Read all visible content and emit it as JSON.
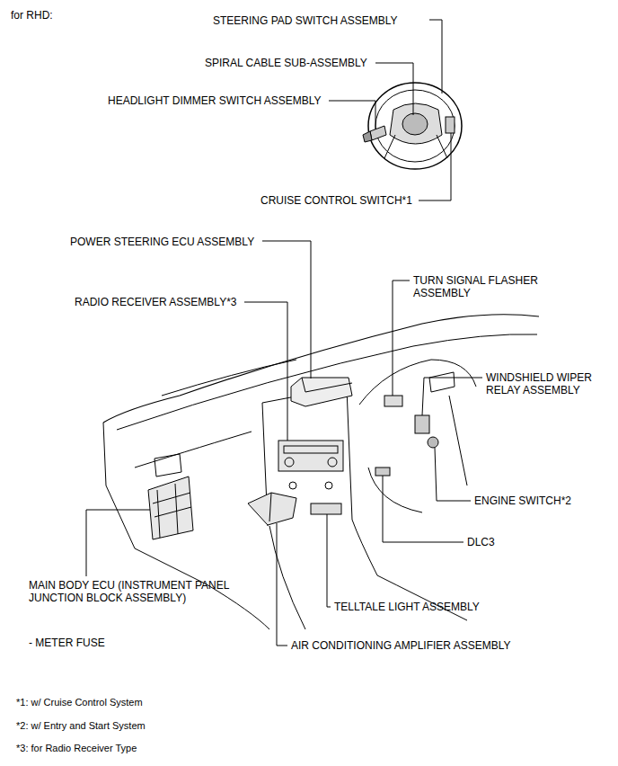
{
  "diagram": {
    "title": "for RHD:",
    "labels": [
      "STEERING PAD SWITCH ASSEMBLY",
      "SPIRAL CABLE SUB-ASSEMBLY",
      "HEADLIGHT DIMMER SWITCH ASSEMBLY",
      "CRUISE CONTROL SWITCH*1",
      "POWER STEERING ECU ASSEMBLY",
      "RADIO RECEIVER ASSEMBLY*3",
      "TURN SIGNAL FLASHER ASSEMBLY",
      "WINDSHIELD WIPER RELAY ASSEMBLY",
      "ENGINE SWITCH*2",
      "DLC3",
      "MAIN BODY ECU (INSTRUMENT PANEL JUNCTION BLOCK ASSEMBLY)",
      "TELLTALE LIGHT ASSEMBLY",
      "- METER FUSE",
      "AIR CONDITIONING AMPLIFIER ASSEMBLY",
      "*1: w/ Cruise Control System",
      "*2: w/ Entry and Start System",
      "*3: for Radio Receiver Type"
    ]
  }
}
